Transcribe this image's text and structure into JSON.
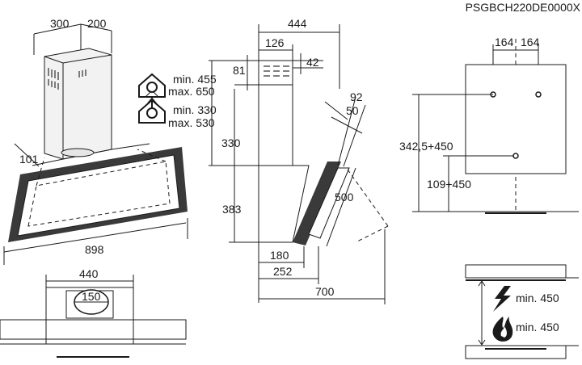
{
  "model_code": "PSGBCH220DE0000X",
  "colors": {
    "line": "#1a1a1a",
    "glass": "#3a3a3a",
    "panel": "#f2f2f2"
  },
  "dims": {
    "chimney_depth": "300",
    "chimney_width": "200",
    "offset_101": "101",
    "width_898": "898",
    "front_440": "440",
    "duct_150": "150",
    "side_444": "444",
    "side_126": "126",
    "side_42": "42",
    "side_81": "81",
    "side_330": "330",
    "side_383": "383",
    "side_92": "92",
    "side_50": "50",
    "side_500": "500",
    "side_180": "180",
    "side_252": "252",
    "side_700": "700",
    "wall_164_left": "164",
    "wall_164_right": "164",
    "wall_342": "342,5+450",
    "wall_109": "109+450"
  },
  "height_icons": [
    {
      "icon": "extraction-mode-icon",
      "min": "min. 455",
      "max": "max. 650"
    },
    {
      "icon": "recirculation-mode-icon",
      "min": "min. 330",
      "max": "max. 530"
    }
  ],
  "clearance": {
    "electric": "min. 450",
    "gas": "min. 450"
  }
}
